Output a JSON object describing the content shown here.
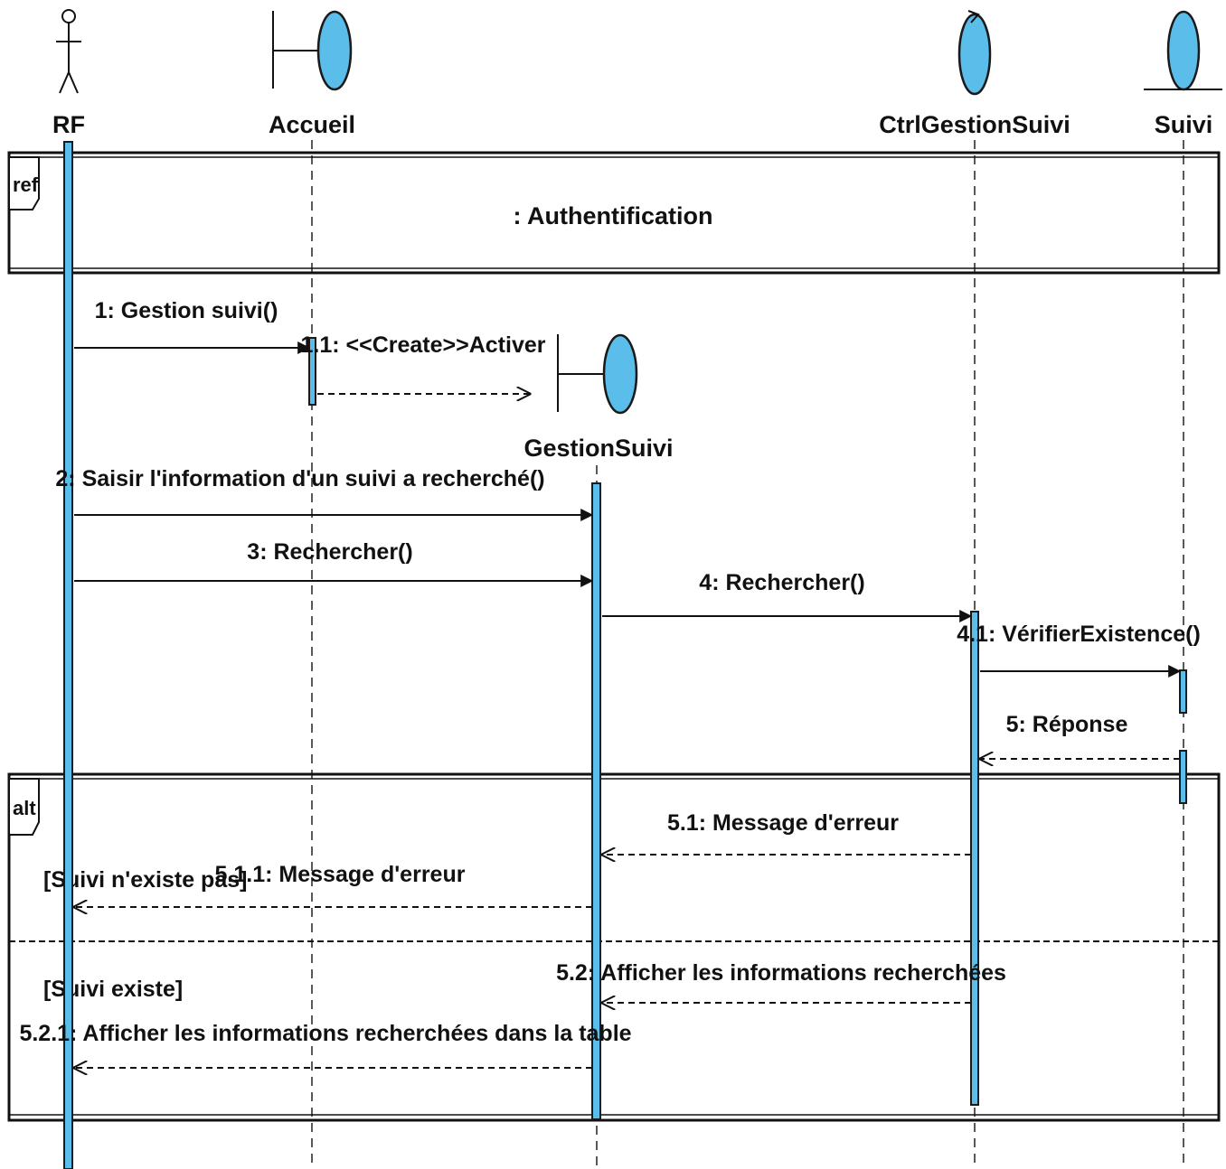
{
  "participants": {
    "actor": "RF",
    "boundary_accueil": "Accueil",
    "control": "CtrlGestionSuivi",
    "entity": "Suivi",
    "boundary_gestion": "GestionSuivi"
  },
  "frames": {
    "ref_tag": "ref",
    "ref_label": ": Authentification",
    "alt_tag": "alt",
    "guard_1": "[Suivi n'existe pas]",
    "guard_2": "[Suivi existe]"
  },
  "messages": {
    "m1": "1: Gestion suivi()",
    "m1_1": "1.1: <<Create>>Activer",
    "m2": "2: Saisir l'information d'un  suivi a recherché()",
    "m3": "3: Rechercher()",
    "m4": "4: Rechercher()",
    "m4_1": "4.1: VérifierExistence()",
    "m5": "5: Réponse",
    "m5_1": "5.1: Message d'erreur",
    "m5_1_1": "5.1.1: Message d'erreur",
    "m5_2": "5.2: Afficher les informations recherchées",
    "m5_2_1": "5.2.1: Afficher les informations recherchées dans la table"
  },
  "colors": {
    "element_fill": "#5bbde9",
    "stroke": "#111111"
  }
}
